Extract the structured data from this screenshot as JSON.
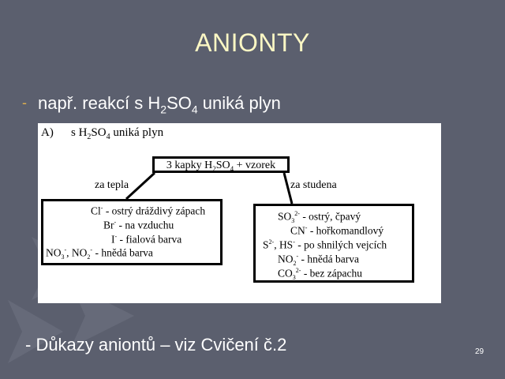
{
  "slide": {
    "title": "ANIONTY",
    "bullet": {
      "dash": "-",
      "text_before": "např. reakcí s H",
      "sub1": "2",
      "text_mid": "SO",
      "sub2": "4",
      "text_after": " uniká plyn"
    },
    "footer": "- Důkazy aniontů – viz Cvičení č.2",
    "page_number": "29"
  },
  "diagram": {
    "heading_label": "A)",
    "heading_before": "s H",
    "heading_sub1": "2",
    "heading_mid": "SO",
    "heading_sub2": "4",
    "heading_after": " uniká plyn",
    "top_box_before": "3 kapky H",
    "top_box_sub1": "2",
    "top_box_mid": "SO",
    "top_box_sub2": "4",
    "top_box_after": " + vzorek",
    "left_branch_label": "za tepla",
    "right_branch_label": "za studena",
    "left_items": [
      {
        "ion": "Cl",
        "charge": "-",
        "text": " - ostrý dráždivý zápach"
      },
      {
        "ion": "Br",
        "charge": "-",
        "text": " - na vzduchu"
      },
      {
        "ion": "I",
        "charge": "-",
        "text": " - fialová barva"
      },
      {
        "ion_a": "NO",
        "sub_a": "3",
        "charge_a": "-",
        "sep": ", ",
        "ion_b": "NO",
        "sub_b": "2",
        "charge_b": "-",
        "text": " -  hnědá barva"
      }
    ],
    "right_items": [
      {
        "ion": "SO",
        "sub": "3",
        "charge": "2-",
        "text": " - ostrý, čpavý"
      },
      {
        "ion": "CN",
        "sub": "",
        "charge": "-",
        "text": " - hořkomandlový"
      },
      {
        "ion_a": "S",
        "charge_a": "2-",
        "sep": ", ",
        "ion_b": "HS",
        "charge_b": "-",
        "text": " - po shnilých vejcích"
      },
      {
        "ion": "NO",
        "sub": "2",
        "charge": "-",
        "text": " - hnědá barva"
      },
      {
        "ion": "CO",
        "sub": "3",
        "charge": "2-",
        "text": " - bez zápachu"
      }
    ]
  },
  "colors": {
    "background": "#5b5f6e",
    "title": "#fbf7c4",
    "bullet_dash": "#e0b14d",
    "text": "#ffffff"
  }
}
